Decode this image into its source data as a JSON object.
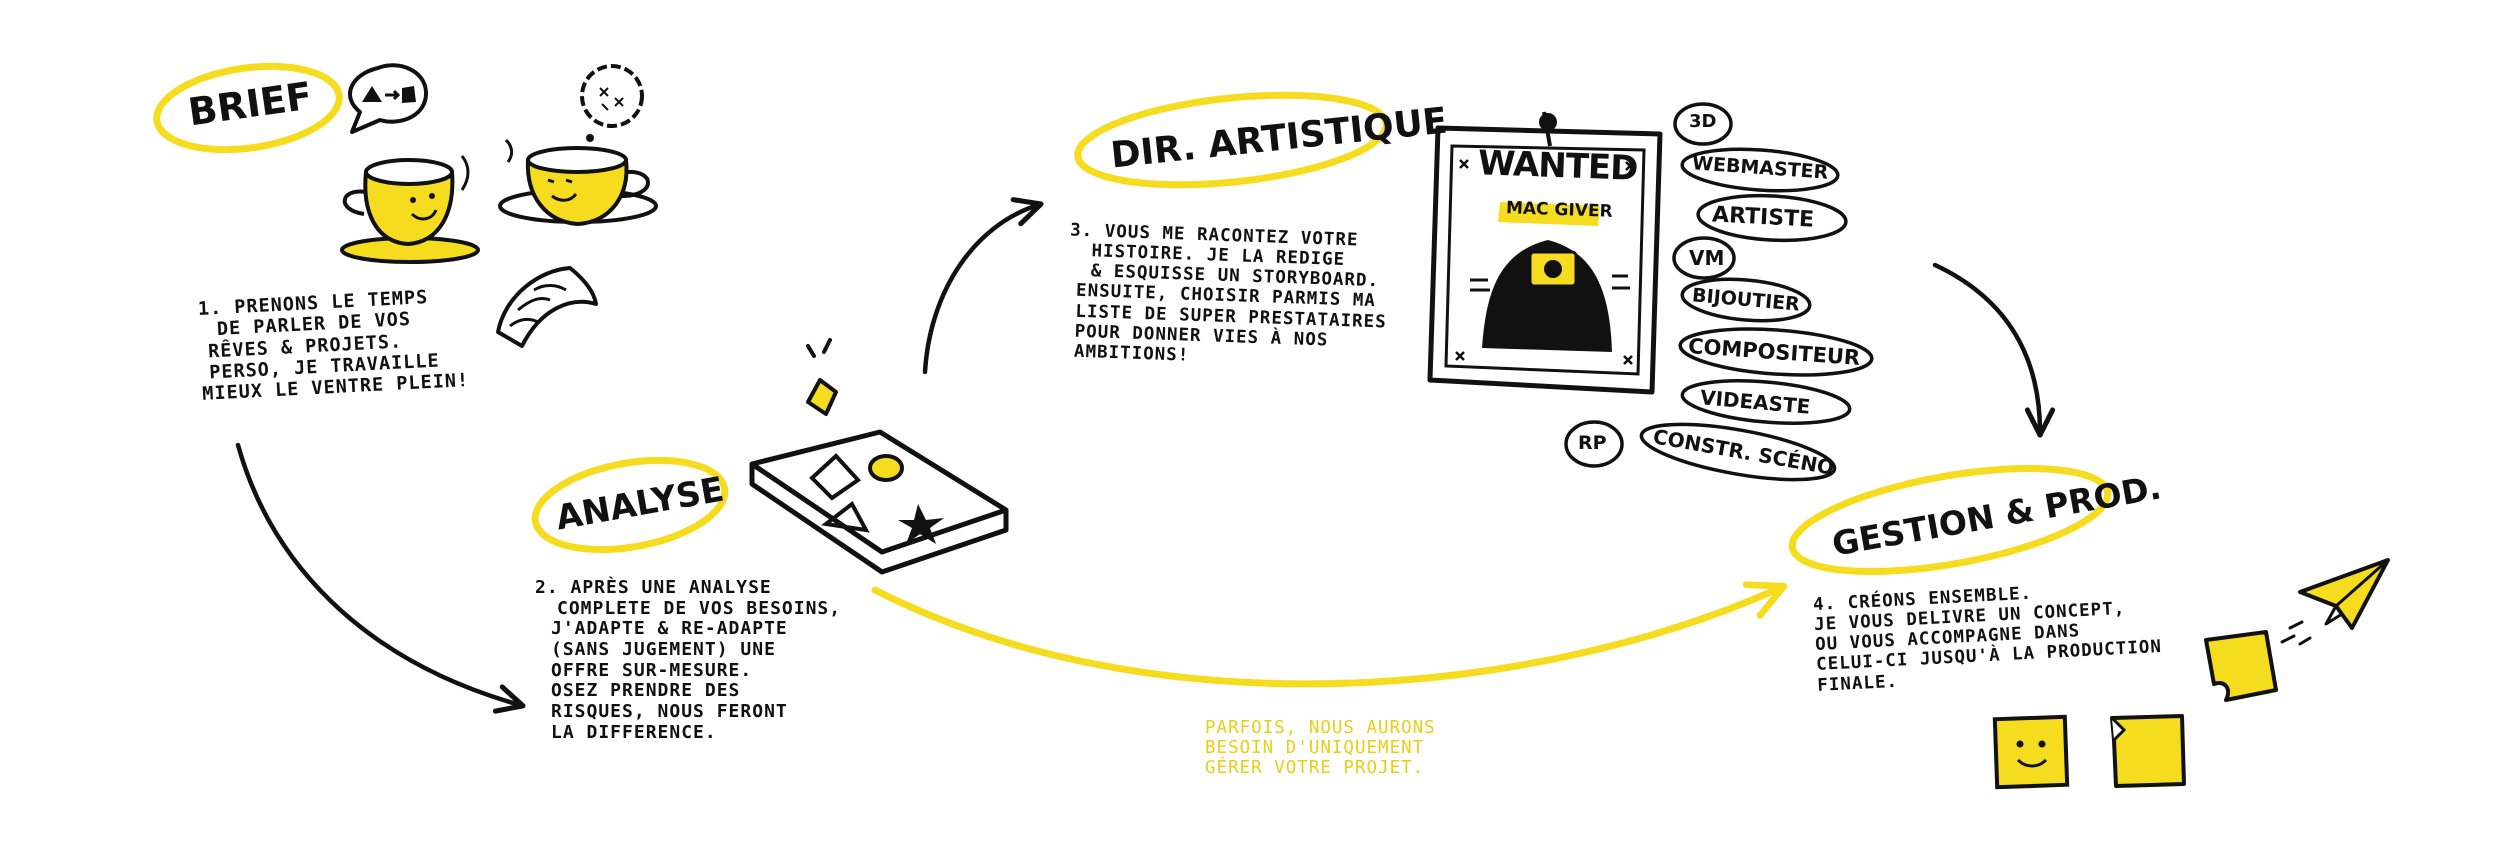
{
  "colors": {
    "accent": "#F5DC1E",
    "ink": "#111111",
    "paper": "#ffffff"
  },
  "steps": {
    "brief": {
      "title": "BRIEF",
      "lines": [
        "1. PRENONS LE TEMPS",
        "DE PARLER DE VOS",
        "RÊVES & PROJETS.",
        "PERSO, JE TRAVAILLE",
        "MIEUX LE VENTRE PLEIN!"
      ]
    },
    "analyse": {
      "title": "ANALYSE",
      "lines": [
        "2. APRÈS UNE ANALYSE",
        "COMPLETE DE VOS BESOINS,",
        "J'ADAPTE & RE-ADAPTE",
        "(SANS JUGEMENT) UNE",
        "OFFRE SUR-MESURE.",
        "OSEZ PRENDRE DES",
        "RISQUES, NOUS FERONT",
        "LA DIFFERENCE."
      ]
    },
    "direction": {
      "title": "DIR. ARTISTIQUE",
      "lines": [
        "3. VOUS ME RACONTEZ VOTRE",
        "HISTOIRE. JE LA REDIGE",
        "& ESQUISSE UN STORYBOARD.",
        "ENSUITE, CHOISIR PARMIS MA",
        "LISTE DE SUPER PRESTATAIRES",
        "POUR DONNER VIES À NOS",
        "AMBITIONS!"
      ]
    },
    "gestion": {
      "title": "GESTION & PROD.",
      "lines": [
        "4. CRÉONS ENSEMBLE.",
        "JE VOUS DELIVRE UN CONCEPT,",
        "OU VOUS ACCOMPAGNE DANS",
        "CELUI-CI JUSQU'À LA PRODUCTION",
        "FINALE."
      ]
    }
  },
  "note": {
    "lines": [
      "PARFOIS, NOUS AURONS",
      "BESOIN D'UNIQUEMENT",
      "GÉRER VOTRE PROJET."
    ]
  },
  "poster": {
    "title": "WANTED",
    "subtitle": "MAC GIVER"
  },
  "roles": [
    "3D",
    "WEBMASTER",
    "ARTISTE",
    "VM",
    "BIJOUTIER",
    "COMPOSITEUR",
    "VIDEASTE",
    "CONSTR. SCÉNO",
    "RP"
  ]
}
